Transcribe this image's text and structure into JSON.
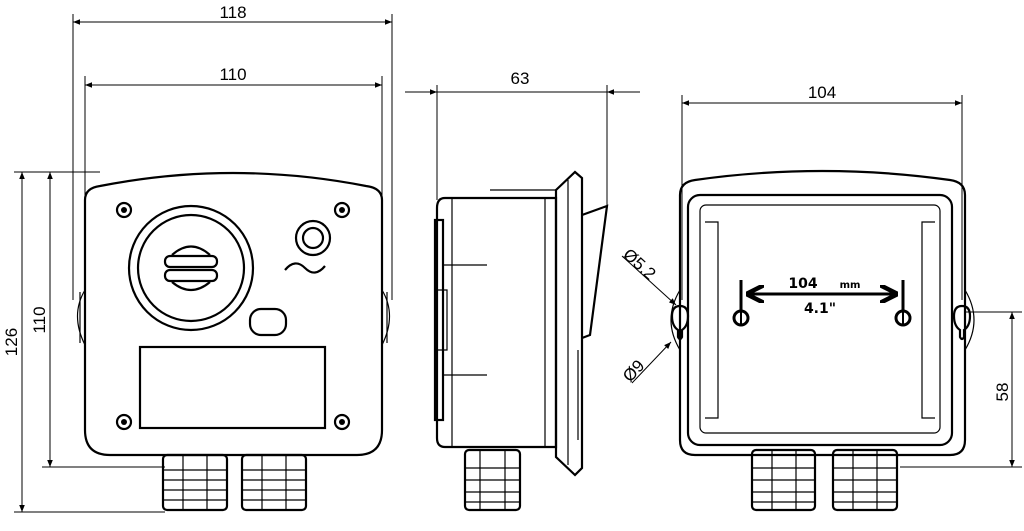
{
  "drawing": {
    "front_view": {
      "width_overall": "118",
      "width_body": "110",
      "height_overall": "126",
      "height_body": "110"
    },
    "side_view": {
      "depth": "63"
    },
    "back_view": {
      "width": "104",
      "hole_small_diameter": "Ø5.2",
      "hole_large_diameter": "Ø9",
      "mount_spacing_mm": "104",
      "mount_unit": "mm",
      "mount_spacing_in": "4.1\"",
      "hole_height": "58"
    }
  }
}
